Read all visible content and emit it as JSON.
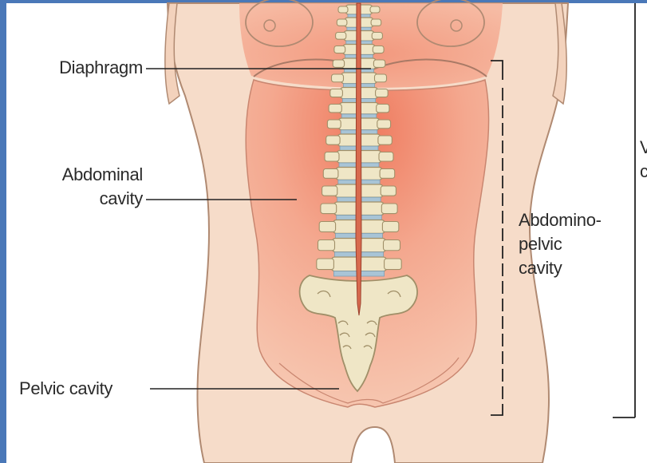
{
  "diagram": {
    "labels": {
      "diaphragm": "Diaphragm",
      "abdominal_line1": "Abdominal",
      "abdominal_line2": "cavity",
      "pelvic": "Pelvic cavity",
      "abdomino_line1": "Abdomino-",
      "abdomino_line2": "pelvic",
      "abdomino_line3": "cavity",
      "cut_top": "V",
      "cut_bottom": "c"
    },
    "colors": {
      "frame": "#4a78b8",
      "paper": "#ffffff",
      "skin": "#f6dcc9",
      "skin_outline": "#b08a72",
      "cavity": "#f3a48c",
      "bone": "#efe6c6",
      "bone_outline": "#a08f68",
      "disc": "#a8c4d6",
      "spinal_cord": "#d86a4e",
      "leader_line": "#222222"
    }
  }
}
